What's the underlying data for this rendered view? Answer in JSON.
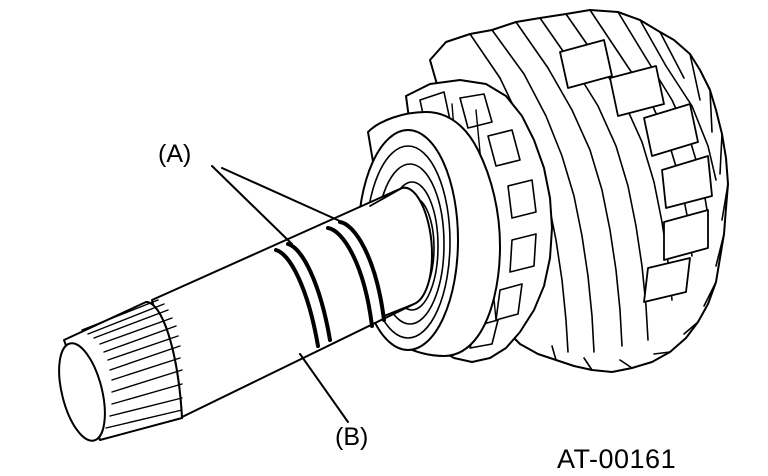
{
  "diagram": {
    "labels": {
      "a": "(A)",
      "b": "(B)"
    },
    "figure_id": "AT-00161"
  }
}
